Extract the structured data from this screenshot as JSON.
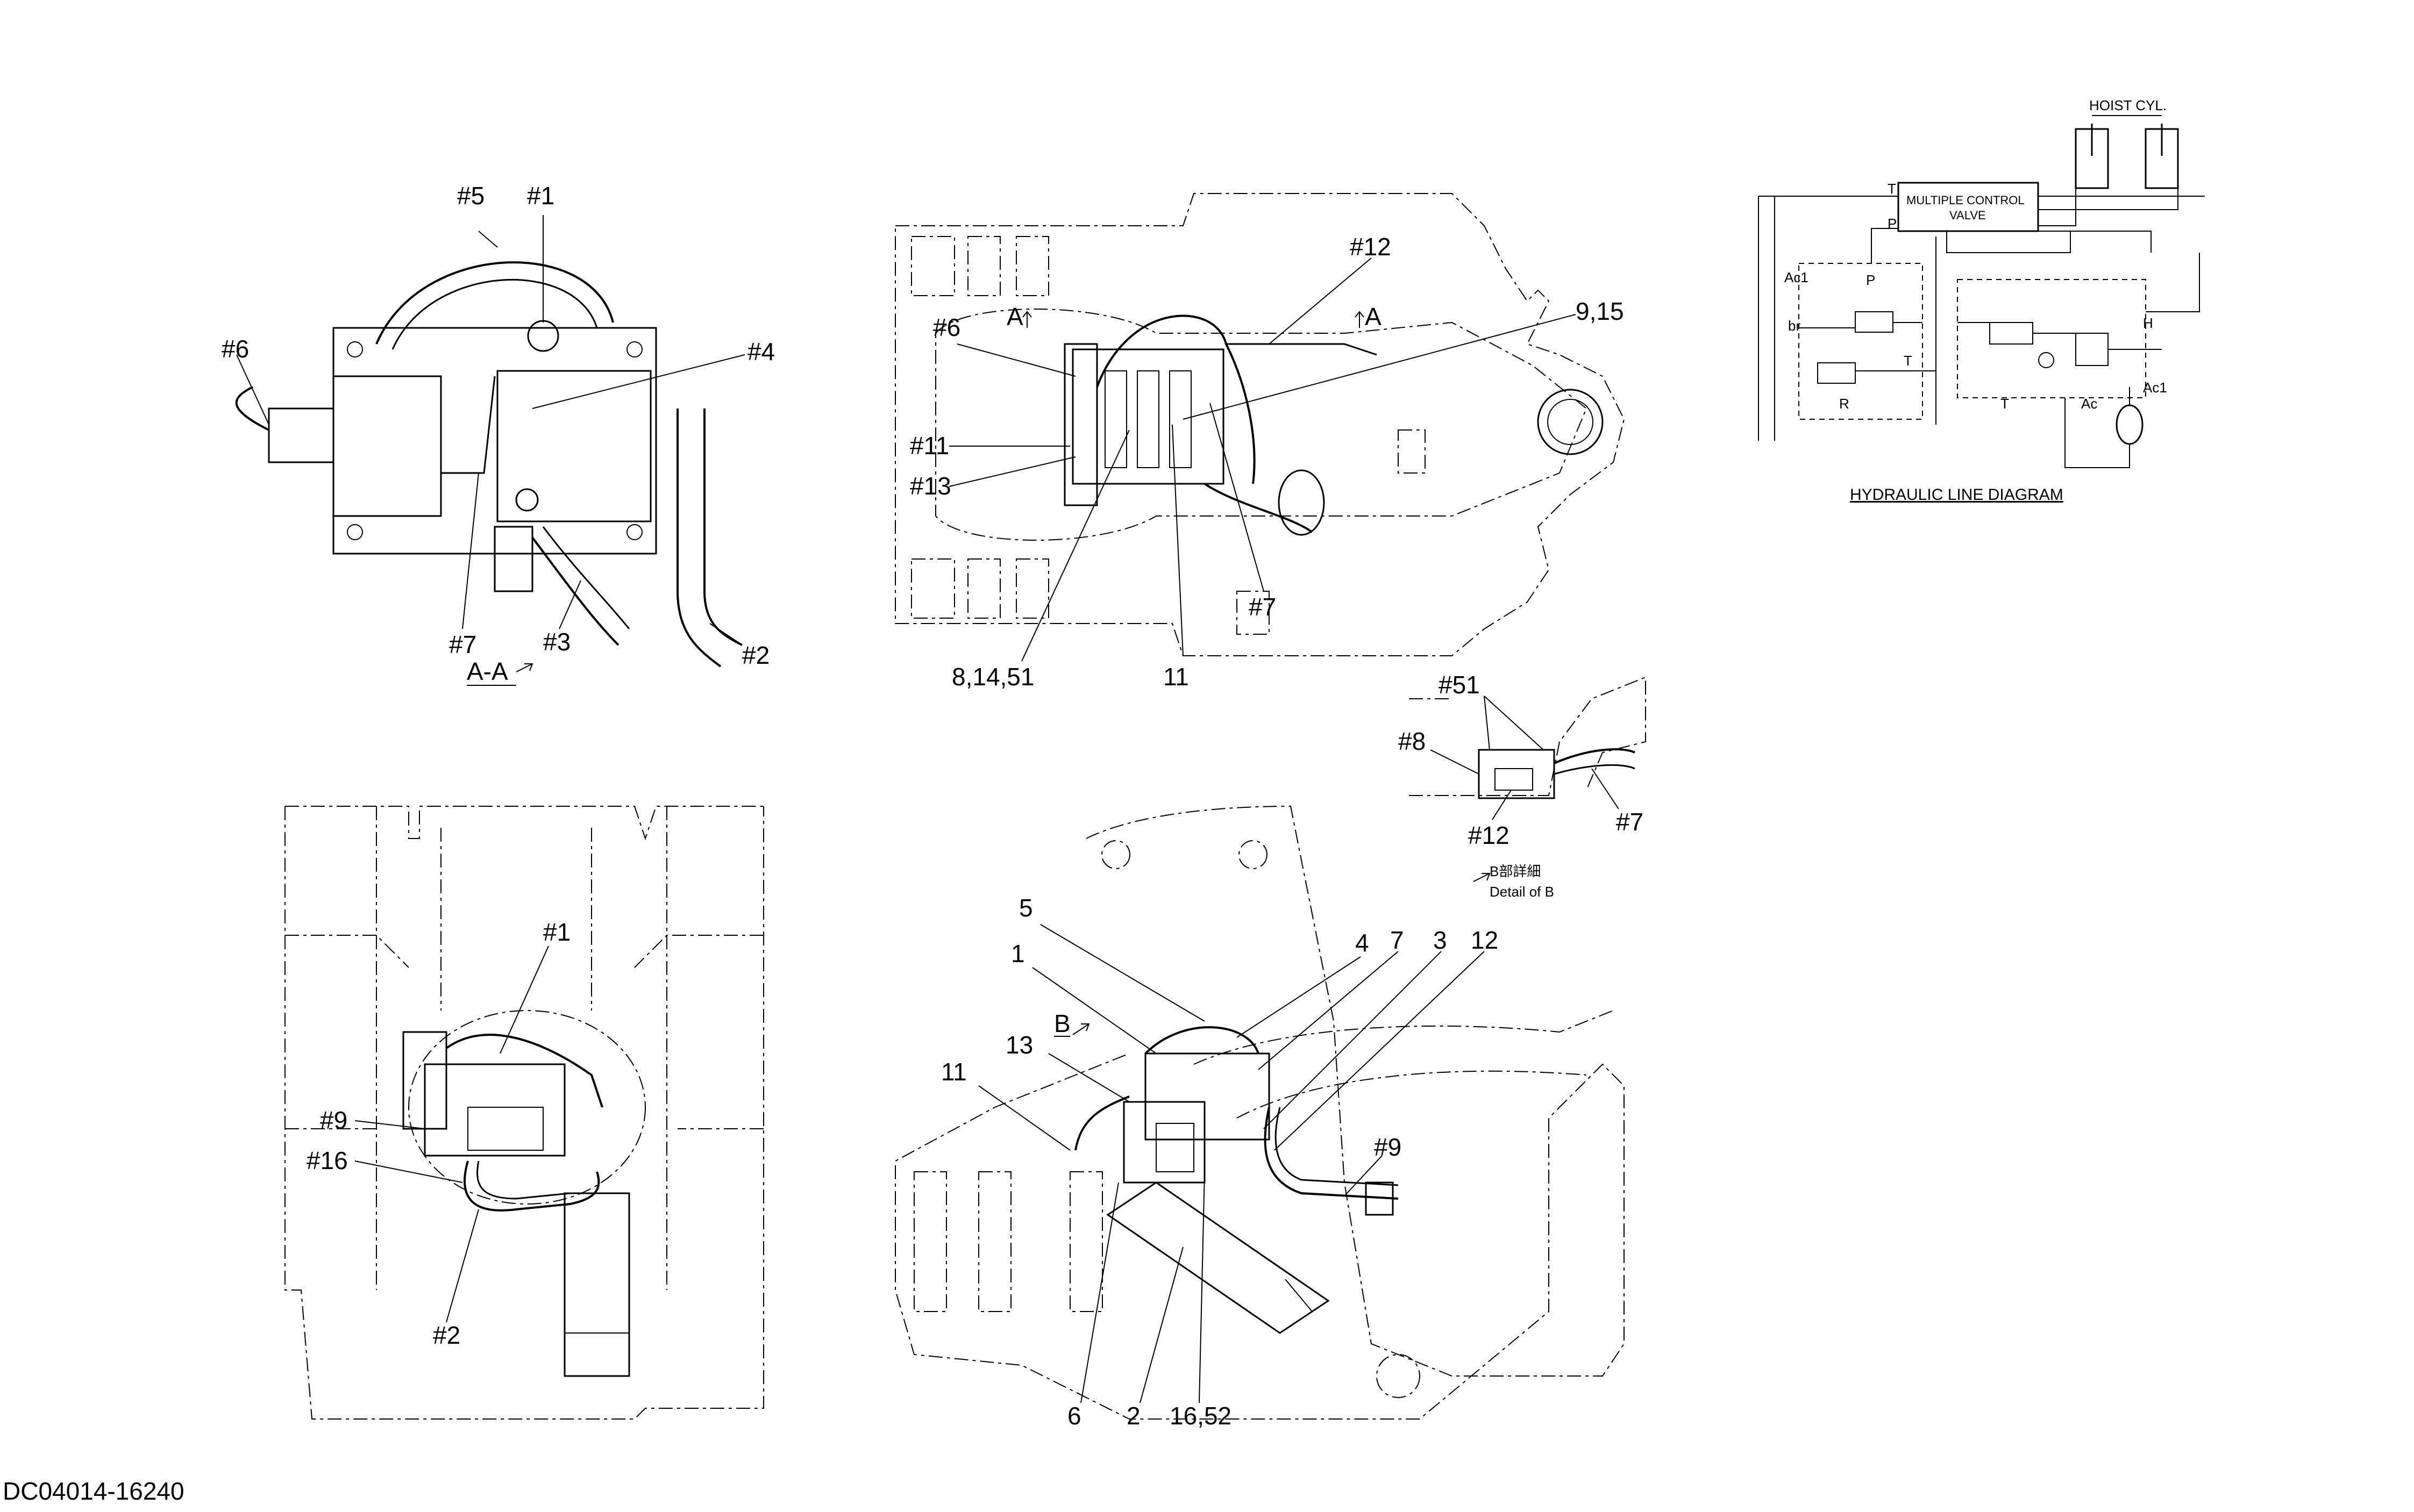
{
  "drawing_number": "DC04014-16240",
  "view_a": {
    "section_title": "A-A",
    "labels": [
      "#5",
      "#1",
      "#6",
      "#4",
      "#7",
      "#3",
      "#2"
    ]
  },
  "view_top": {
    "labels": [
      "#12",
      "#6",
      "9,15",
      "A",
      "A",
      "#11",
      "#13",
      "#7",
      "8,14,51",
      "11"
    ]
  },
  "view_left": {
    "labels": [
      "#1",
      "#9",
      "#16",
      "#2"
    ]
  },
  "view_right": {
    "labels": [
      "5",
      "1",
      "4",
      "7",
      "3",
      "12",
      "B",
      "13",
      "11",
      "#9",
      "6",
      "2",
      "16,52"
    ]
  },
  "detail_b": {
    "labels": [
      "#51",
      "#8",
      "#12",
      "#7"
    ],
    "title_jp": "B部詳細",
    "title_en": "Detail of B"
  },
  "hydraulic": {
    "title": "HYDRAULIC LINE DIAGRAM",
    "hoist": "HOIST CYL.",
    "valve_line1": "MULTIPLE CONTROL",
    "valve_line2": "VALVE",
    "ports": [
      "T",
      "P",
      "Ac1",
      "P",
      "br",
      "T",
      "R",
      "T",
      "H",
      "Ac1",
      "Ac"
    ]
  }
}
